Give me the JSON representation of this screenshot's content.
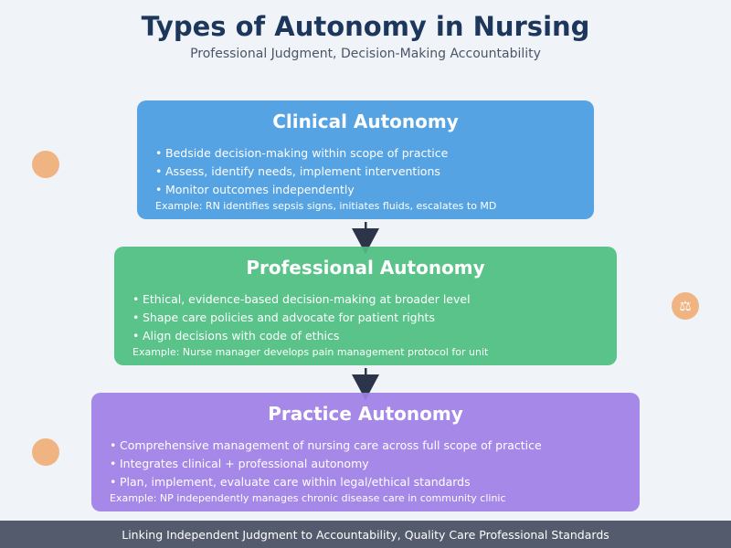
{
  "header": {
    "title": "Types of Autonomy in Nursing",
    "subtitle": "Professional Judgment, Decision-Making Accountability"
  },
  "boxes": [
    {
      "title": "Clinical Autonomy",
      "color": "#55a3e3",
      "bullets": [
        "Bedside decision-making within scope of practice",
        "Assess, identify needs, implement interventions",
        "Monitor outcomes independently"
      ],
      "example": "Example: RN identifies sepsis signs, initiates fluids, escalates to MD"
    },
    {
      "title": "Professional Autonomy",
      "color": "#5ac389",
      "bullets": [
        "Ethical, evidence-based decision-making at broader level",
        "Shape care policies and advocate for patient rights",
        "Align decisions with code of ethics"
      ],
      "example": "Example: Nurse manager develops pain management protocol for unit"
    },
    {
      "title": "Practice Autonomy",
      "color": "#a688e8",
      "bullets": [
        "Comprehensive management of nursing care across full scope of practice",
        "Integrates clinical + professional autonomy",
        "Plan, implement, evaluate care within legal/ethical standards"
      ],
      "example": "Example: NP independently manages chronic disease care in community clinic"
    }
  ],
  "bullet_glyph": "•",
  "decorations": {
    "scale_icon": "⚖",
    "accent_color": "#f0b482",
    "arrow_color": "#2c3449"
  },
  "footer": {
    "text": "Linking Independent Judgment to Accountability, Quality Care Professional Standards"
  }
}
